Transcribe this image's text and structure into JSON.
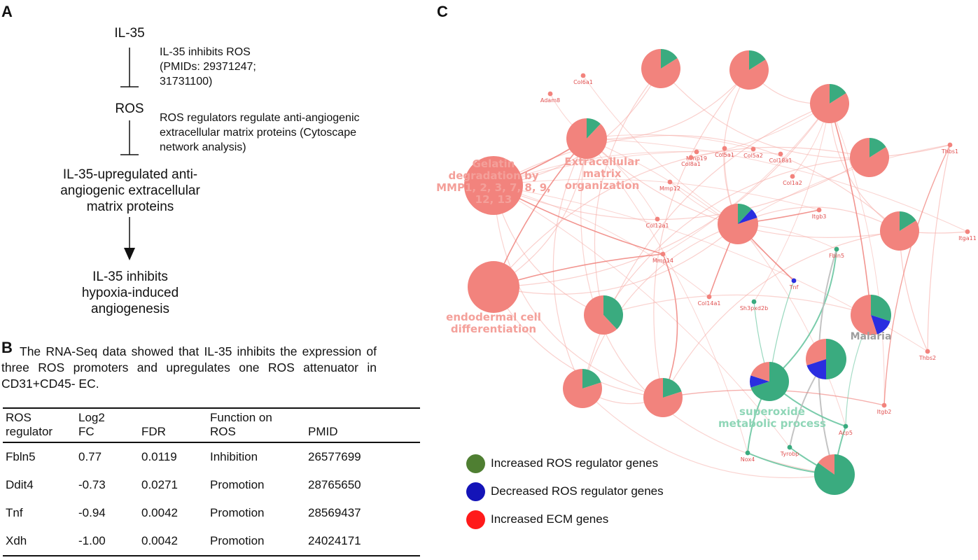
{
  "panel_a": {
    "letter": "A",
    "il35": "IL-35",
    "ros": "ROS",
    "note1": [
      "IL-35 inhibits ROS",
      "(PMIDs: 29371247;",
      "31731100)"
    ],
    "note2": [
      "ROS regulators regulate anti-angiogenic",
      "extracellular matrix proteins (Cytoscape",
      "network analysis)"
    ],
    "proteins": [
      "IL-35-upregulated anti-",
      "angiogenic extracellular",
      "matrix proteins"
    ],
    "outcome": [
      "IL-35 inhibits",
      "hypoxia-induced",
      "angiogenesis"
    ]
  },
  "panel_b": {
    "letter": "B",
    "caption": "The RNA-Seq data showed that IL-35 inhibits the expression of three ROS promoters and upregulates one ROS attenuator in CD31+CD45- EC.",
    "headers": [
      [
        "ROS",
        "regulator"
      ],
      [
        "Log2",
        "FC"
      ],
      [
        "",
        "FDR"
      ],
      [
        "Function on",
        "ROS"
      ],
      [
        "",
        "PMID"
      ]
    ],
    "rows": [
      [
        "Fbln5",
        "0.77",
        "0.0119",
        "Inhibition",
        "26577699"
      ],
      [
        "Ddit4",
        "-0.73",
        "0.0271",
        "Promotion",
        "28765650"
      ],
      [
        "Tnf",
        "-0.94",
        "0.0042",
        "Promotion",
        "28569437"
      ],
      [
        "Xdh",
        "-1.00",
        "0.0042",
        "Promotion",
        "24024171"
      ]
    ]
  },
  "panel_c": {
    "letter": "C",
    "colors": {
      "ecm": "#f2837d",
      "increased": "#3aab7f",
      "decreased": "#2a2ee0",
      "edge_red": "#f6a9a4",
      "edge_green": "#6cc7a2",
      "edge_grey": "#bdbdbd",
      "term_red": "#f4a09a",
      "term_green": "#8fd6b7",
      "term_grey": "#9e9e9e",
      "gene_label": "#e05050"
    },
    "terms": [
      {
        "id": "gelatin",
        "label": [
          "Gelatin",
          "degradation by",
          "MMP1, 2, 3, 7, 8, 9,",
          "12, 13"
        ],
        "pie": [
          0,
          0,
          1
        ]
      },
      {
        "id": "endodermal",
        "label": [
          "endodermal cell",
          "differentiation"
        ],
        "pie": [
          0,
          0,
          1
        ]
      },
      {
        "id": "ecm_org",
        "label": [
          "Extracellular",
          "matrix",
          "organization"
        ],
        "pie": [
          0.12,
          0,
          0.88
        ]
      },
      {
        "id": "t1",
        "label": [],
        "pie": [
          0.16,
          0,
          0.84
        ]
      },
      {
        "id": "t2",
        "label": [],
        "pie": [
          0.16,
          0,
          0.84
        ]
      },
      {
        "id": "t3",
        "label": [],
        "pie": [
          0.16,
          0,
          0.84
        ]
      },
      {
        "id": "t4",
        "label": [],
        "pie": [
          0.16,
          0,
          0.84
        ]
      },
      {
        "id": "t5",
        "label": [],
        "pie": [
          0.16,
          0,
          0.84
        ]
      },
      {
        "id": "center",
        "label": [],
        "pie": [
          0.12,
          0.08,
          0.8
        ]
      },
      {
        "id": "t6",
        "label": [],
        "pie": [
          0.38,
          0,
          0.62
        ]
      },
      {
        "id": "t7",
        "label": [],
        "pie": [
          0.2,
          0,
          0.8
        ]
      },
      {
        "id": "t8",
        "label": [],
        "pie": [
          0.2,
          0,
          0.8
        ]
      },
      {
        "id": "malaria",
        "label": [
          "Malaria"
        ],
        "pie": [
          0.3,
          0.15,
          0.55
        ]
      },
      {
        "id": "superoxide_meta",
        "label": [
          "superoxide",
          "metabolic process"
        ],
        "pie": [
          0.7,
          0.1,
          0.2
        ]
      },
      {
        "id": "t9",
        "label": [],
        "pie": [
          0.5,
          0.2,
          0.3
        ]
      },
      {
        "id": "sag",
        "label": [],
        "pie": [
          0.85,
          0,
          0.15
        ]
      }
    ],
    "genes": [
      "Col6a1",
      "Adam8",
      "Mmp19",
      "Col8a1",
      "Col5a1",
      "Col5a2",
      "Col18a1",
      "Col1a2",
      "Mmp12",
      "Col12a1",
      "Itgb3",
      "Mmp14",
      "Fbln5",
      "Tnf",
      "Col14a1",
      "Sh3pxd2b",
      "Thbs1",
      "Itga11",
      "Thbs2",
      "Itgb2",
      "Acp5",
      "Nox4",
      "Tyrobp"
    ],
    "legend": [
      {
        "label": "Increased ROS regulator genes",
        "color": "#4f7f32"
      },
      {
        "label": "Decreased ROS regulator genes",
        "color": "#1414b8"
      },
      {
        "label": "Increased ECM genes",
        "color": "#ff1a1a"
      }
    ]
  }
}
